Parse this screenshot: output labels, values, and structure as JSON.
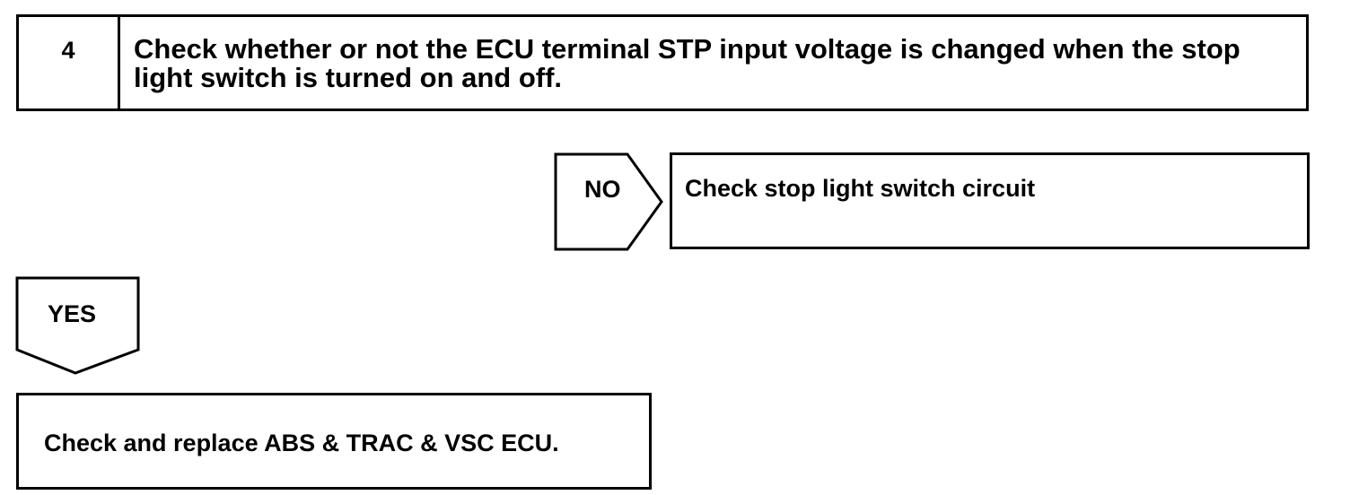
{
  "step": {
    "number": "4",
    "question": "Check whether or not the ECU terminal STP input voltage is changed when the stop light switch is turned on and off."
  },
  "branch_no": {
    "label": "NO",
    "action": "Check stop light switch circuit"
  },
  "branch_yes": {
    "label": "YES",
    "action": "Check and replace ABS & TRAC & VSC ECU."
  }
}
